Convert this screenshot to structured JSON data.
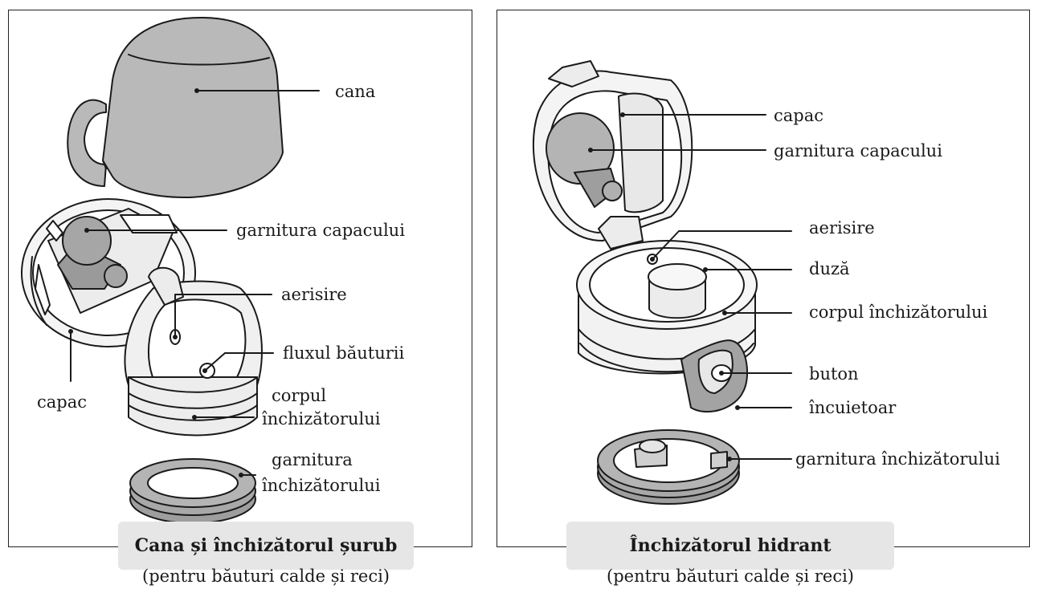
{
  "left_panel": {
    "labels": {
      "cup": "cana",
      "cap_gasket": "garnitura capacului",
      "vent": "aerisire",
      "drink_flow": "fluxul băuturii",
      "cap": "capac",
      "body_line1": "corpul",
      "body_line2": "închizătorului",
      "gasket_line1": "garnitura",
      "gasket_line2": "închizătorului"
    },
    "caption_title": "Cana și închizătorul șurub",
    "caption_subtitle": "(pentru băuturi calde și reci)"
  },
  "right_panel": {
    "labels": {
      "cap": "capac",
      "cap_gasket": "garnitura capacului",
      "vent": "aerisire",
      "nozzle": "duză",
      "body": "corpul închizătorului",
      "button": "buton",
      "lock": "încuietoar",
      "gasket": "garnitura închizătorului"
    },
    "caption_title": "Închizătorul hidrant",
    "caption_subtitle": "(pentru băuturi calde și reci)"
  },
  "colors": {
    "part_grey": "#b9b9b9",
    "line": "#1a1a1a",
    "caption_bg": "#e6e6e6"
  }
}
